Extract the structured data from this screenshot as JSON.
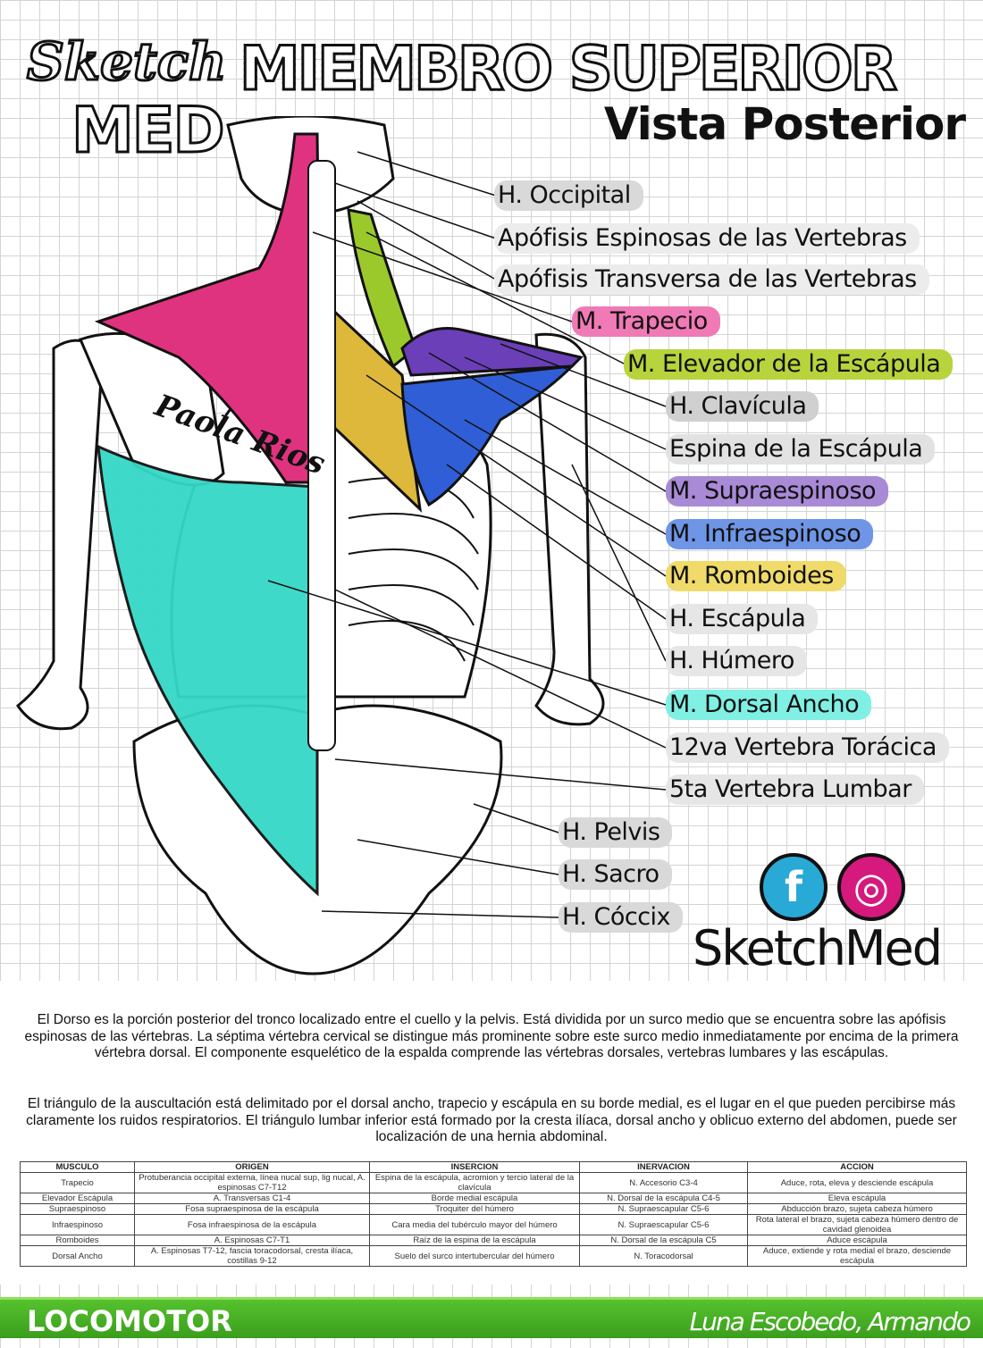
{
  "logo": {
    "line1": "Sketch",
    "line2": "MED"
  },
  "header": {
    "title": "MIEMBRO SUPERIOR",
    "subtitle": "Vista Posterior"
  },
  "signature": "Paola Rios",
  "labels": [
    {
      "text": "H. Occipital",
      "color": "#d9d9d9"
    },
    {
      "text": "Apófisis Espinosas de las Vertebras",
      "color": "#ececec"
    },
    {
      "text": "Apófisis Transversa de las Vertebras",
      "color": "#ececec"
    },
    {
      "text": "M. Trapecio",
      "color": "#f07ab5"
    },
    {
      "text": "M. Elevador de la Escápula",
      "color": "#b7d43c"
    },
    {
      "text": "H. Clavícula",
      "color": "#d0d0d0"
    },
    {
      "text": "Espina de la Escápula",
      "color": "#e2e2e2"
    },
    {
      "text": "M. Supraespinoso",
      "color": "#a98ad6"
    },
    {
      "text": "M. Infraespinoso",
      "color": "#6f95e6"
    },
    {
      "text": "M. Romboides",
      "color": "#f0db6a"
    },
    {
      "text": "H. Escápula",
      "color": "#e6e6e6"
    },
    {
      "text": "H. Húmero",
      "color": "#e6e6e6"
    },
    {
      "text": "M. Dorsal Ancho",
      "color": "#7ff0e3"
    },
    {
      "text": "12va Vertebra Torácica",
      "color": "#e6e6e6"
    },
    {
      "text": "5ta Vertebra Lumbar",
      "color": "#e6e6e6"
    },
    {
      "text": "H. Pelvis",
      "color": "#d9d9d9"
    },
    {
      "text": "H. Sacro",
      "color": "#d9d9d9"
    },
    {
      "text": "H. Cóccix",
      "color": "#d9d9d9"
    }
  ],
  "social": {
    "facebook_icon": "f",
    "instagram_icon": "◎",
    "brand": "SketchMed"
  },
  "paragraphs": [
    "El Dorso es la porción posterior del tronco localizado entre el cuello y la pelvis. Está dividida por un surco medio que se encuentra sobre las apófisis espinosas de las vértebras. La séptima vértebra cervical se distingue más prominente sobre este surco medio inmediatamente por encima de la primera vértebra dorsal. El componente esquelético de la espalda comprende las vértebras dorsales, vertebras lumbares y las escápulas.",
    "El triángulo de la auscultación está delimitado por el dorsal ancho, trapecio y escápula en su borde medial, es el lugar en el que pueden percibirse más claramente los ruidos respiratorios. El triángulo lumbar inferior está formado por la cresta ilíaca, dorsal ancho y oblicuo externo del abdomen, puede ser localización de una hernia abdominal."
  ],
  "table": {
    "headers": [
      "MUSCULO",
      "ORIGEN",
      "INSERCION",
      "INERVACION",
      "ACCION"
    ],
    "rows": [
      [
        "Trapecio",
        "Protuberancia occipital externa, línea nucal sup, lig nucal, A. espinosas C7-T12",
        "Espina de la escápula, acromion y tercio lateral de la clavícula",
        "N. Accesorio C3-4",
        "Aduce, rota, eleva y desciende escápula"
      ],
      [
        "Elevador Escápula",
        "A. Transversas C1-4",
        "Borde medial escápula",
        "N. Dorsal de la escápula C4-5",
        "Eleva escápula"
      ],
      [
        "Supraespinoso",
        "Fosa supraespinosa de la escápula",
        "Troquiter del húmero",
        "N. Supraescapular C5-6",
        "Abducción brazo, sujeta cabeza húmero"
      ],
      [
        "Infraespinoso",
        "Fosa infraespinosa de la escápula",
        "Cara media del tubérculo mayor del húmero",
        "N. Supraescapular C5-6",
        "Rota lateral el brazo, sujeta cabeza húmero dentro de cavidad glenoidea"
      ],
      [
        "Romboides",
        "A. Espinosas C7-T1",
        "Raíz de la espina de la escápula",
        "N. Dorsal de la escápula C5",
        "Aduce escápula"
      ],
      [
        "Dorsal Ancho",
        "A. Espinosas T7-12, fascia toracodorsal, cresta ilíaca, costillas 9-12",
        "Suelo del surco intertubercular del húmero",
        "N. Toracodorsal",
        "Aduce, extiende y rota medial el brazo, desciende escápula"
      ]
    ]
  },
  "footer": {
    "left": "LOCOMOTOR",
    "right": "Luna Escobedo, Armando"
  }
}
